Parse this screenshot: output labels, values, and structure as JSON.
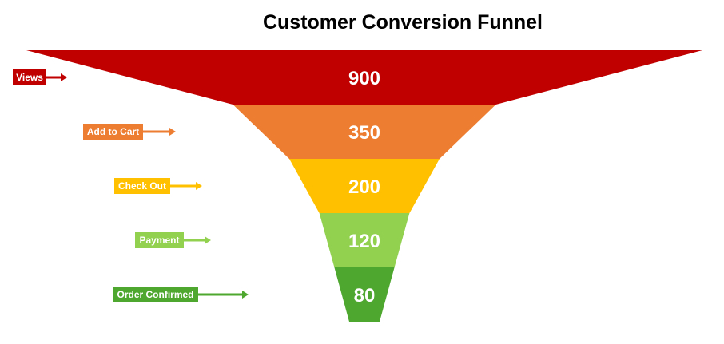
{
  "chart_data": {
    "type": "funnel",
    "title": "Customer Conversion Funnel",
    "stages": [
      {
        "label": "Views",
        "value": 900,
        "color": "#c00000"
      },
      {
        "label": "Add to Cart",
        "value": 350,
        "color": "#ed7d31"
      },
      {
        "label": "Check Out",
        "value": 200,
        "color": "#ffc000"
      },
      {
        "label": "Payment",
        "value": 120,
        "color": "#92d050"
      },
      {
        "label": "Order Confirmed",
        "value": 80,
        "color": "#4ea72e"
      }
    ]
  }
}
